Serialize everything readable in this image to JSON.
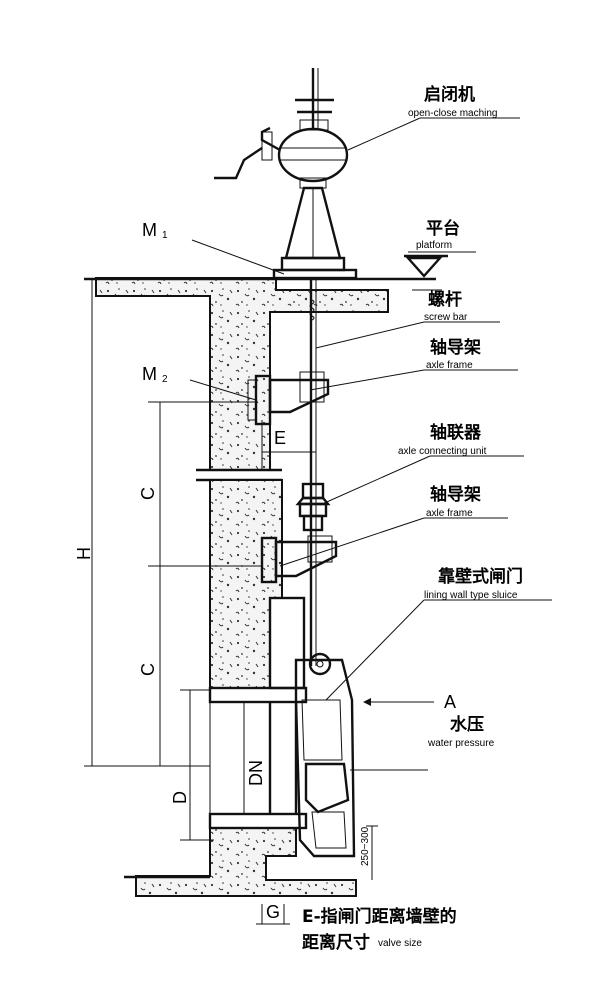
{
  "labels": {
    "hoist_cn": "启闭机",
    "hoist_en": "open-close maching",
    "platform_cn": "平台",
    "platform_en": "platform",
    "screw_cn": "螺杆",
    "screw_en": "screw bar",
    "axle_frame_cn": "轴导架",
    "axle_frame_en": "axle frame",
    "connector_cn": "轴联器",
    "connector_en": "axle connecting unit",
    "axle_frame2_cn": "轴导架",
    "axle_frame2_en": "axle frame",
    "sluice_cn": "靠壁式闸门",
    "sluice_en": "lining wall type sluice",
    "water_cn": "水压",
    "water_en": "water pressure",
    "note_line1": "E-指闸门距离墙壁的",
    "note_line2_cn": "距离尺寸",
    "note_line2_en": "valve size"
  },
  "markers": {
    "m1": "M",
    "m1_sub": "1",
    "m2": "M",
    "m2_sub": "2",
    "a": "A"
  },
  "dimensions": {
    "h": "H",
    "c_upper": "C",
    "c_lower": "C",
    "d": "D",
    "dn": "DN",
    "e": "E",
    "g": "G",
    "range": "250~300"
  }
}
